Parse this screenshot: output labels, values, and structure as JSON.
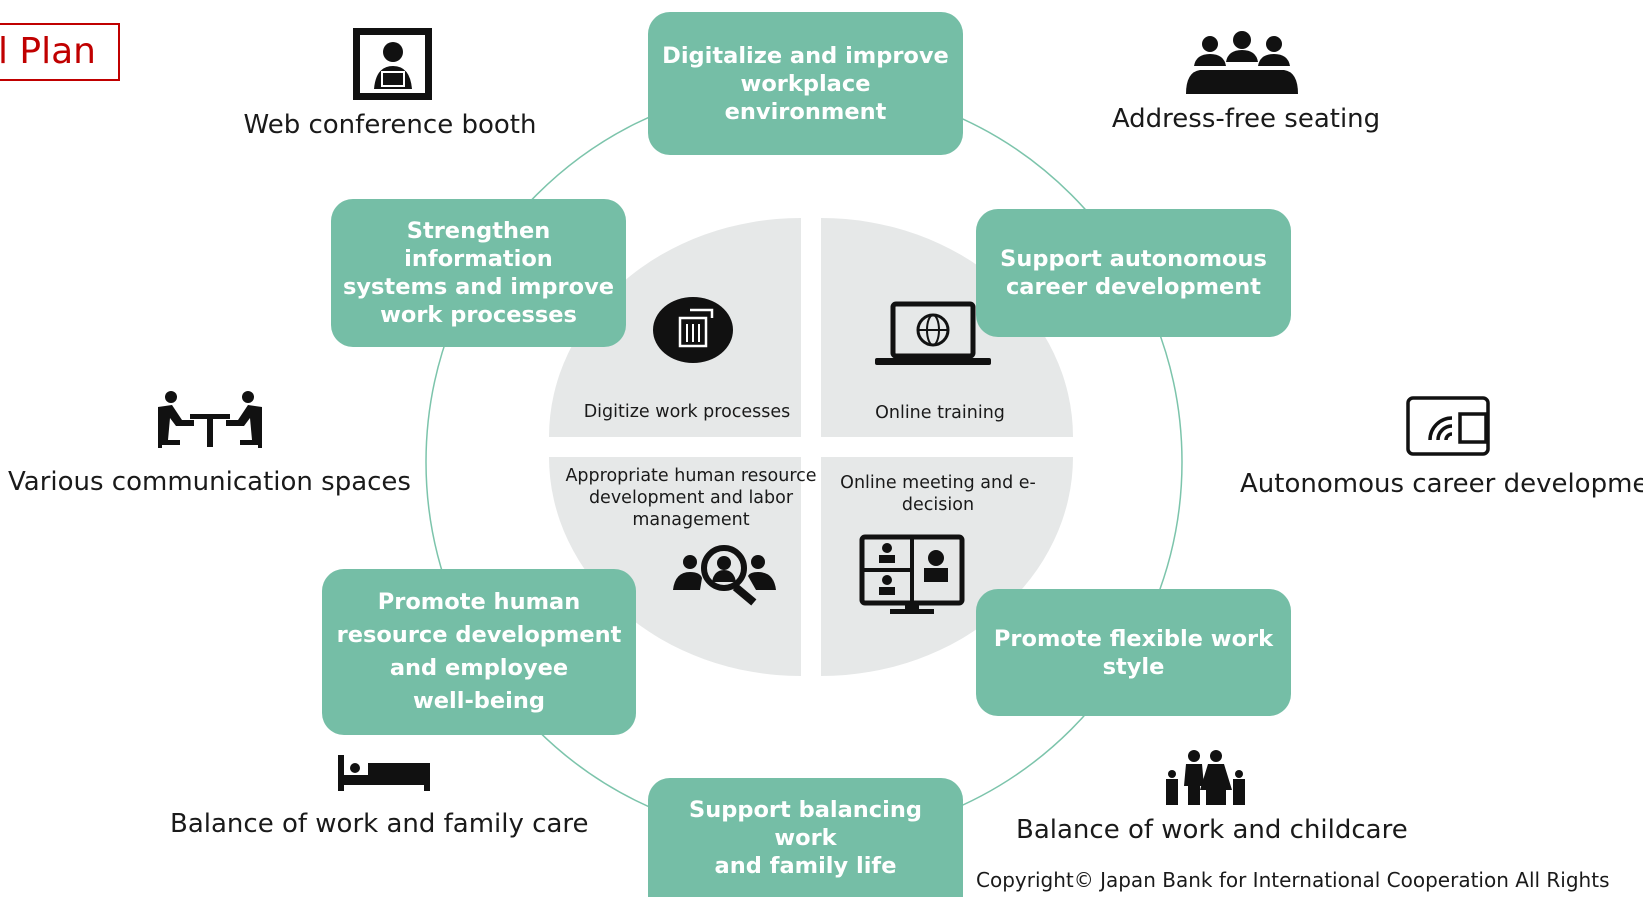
{
  "header": {
    "title_fragment": "l Plan"
  },
  "boxes": {
    "top": [
      "Digitalize and improve",
      "workplace environment"
    ],
    "upper_right": [
      "Support autonomous",
      "career development"
    ],
    "lower_right": [
      "Promote flexible work",
      "style"
    ],
    "bottom": [
      "Support balancing work",
      "and family life"
    ],
    "lower_left": [
      "Promote human",
      "resource development",
      "and employee",
      "well-being"
    ],
    "upper_left": [
      "Strengthen information",
      "systems and improve",
      "work processes"
    ]
  },
  "center": {
    "q1": "Digitize work processes",
    "q2": "Online training",
    "q3": [
      "Appropriate human resource",
      "development and labor",
      "management"
    ],
    "q4": [
      "Online meeting and e-",
      "decision"
    ]
  },
  "outer_labels": {
    "web_booth": "Web conference booth",
    "address_free": "Address-free seating",
    "communication": "Various communication spaces",
    "autonomous": "Autonomous career development",
    "family_care": "Balance of work and family care",
    "childcare": "Balance of work and childcare"
  },
  "footer": {
    "copyright": "Copyright© Japan Bank for International Cooperation All Rights"
  },
  "colors": {
    "box": "#75bea6",
    "ring": "#7cc4ab",
    "center": "#e6e8e8",
    "accent": "#c00000",
    "icon": "#111111"
  },
  "icons": [
    "laptop-person-icon",
    "people-group-icon",
    "meeting-table-icon",
    "tablet-wifi-icon",
    "bed-icon",
    "family-icon",
    "building-icon",
    "laptop-globe-icon",
    "search-people-icon",
    "video-conference-icon"
  ]
}
